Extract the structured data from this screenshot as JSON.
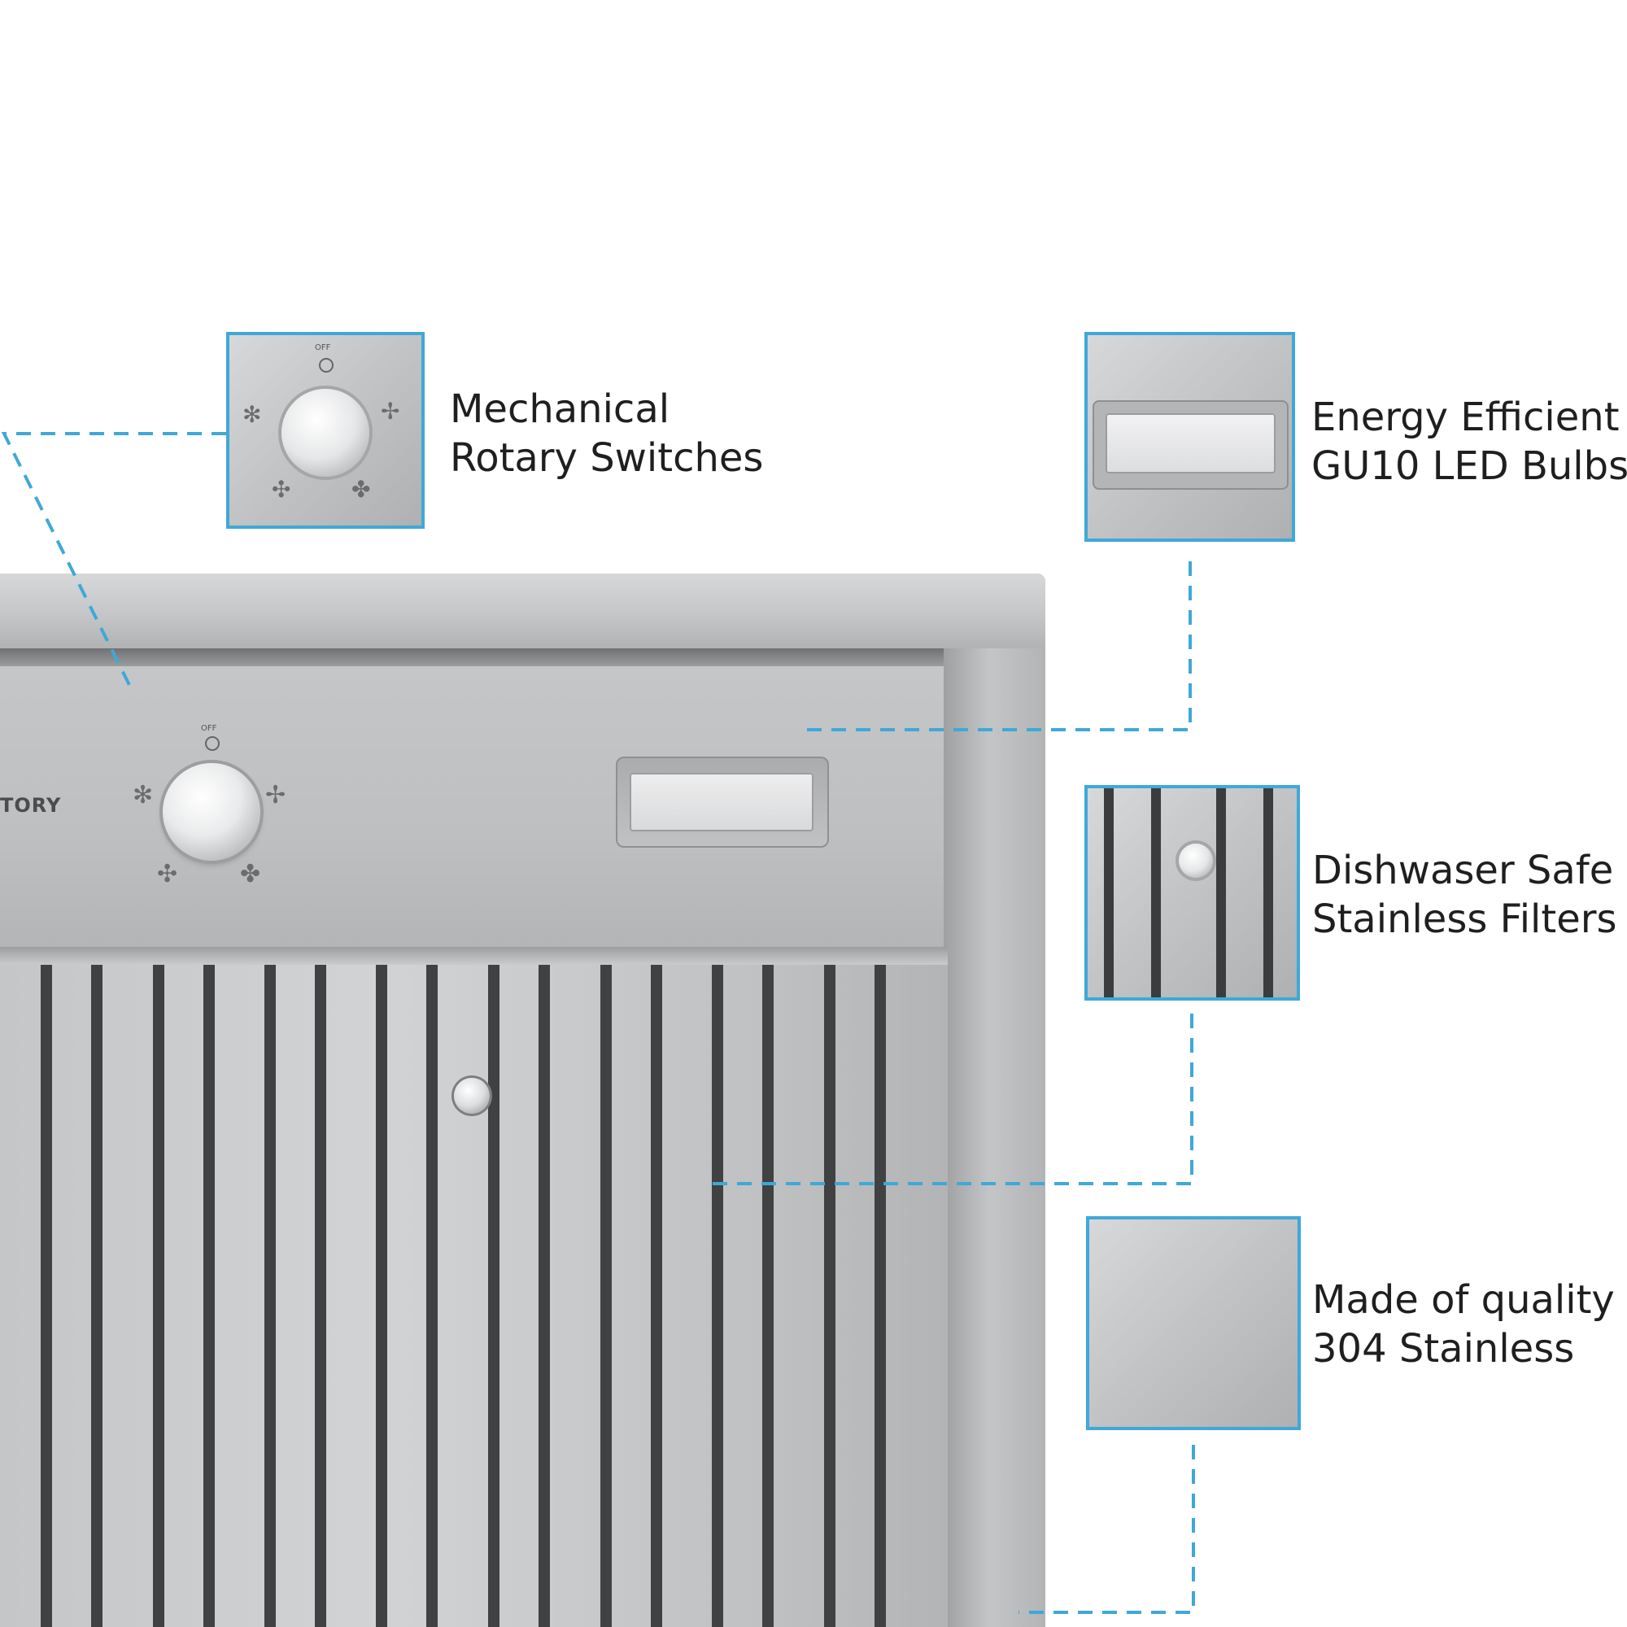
{
  "brand_fragment": "TORY",
  "off_label": "OFF",
  "accent_color": "#3fa8d8",
  "features": [
    {
      "line1": "Mechanical",
      "line2": "Rotary Switches"
    },
    {
      "line1": "Energy Efficient",
      "line2": "GU10 LED Bulbs"
    },
    {
      "line1": "Dishwaser Safe",
      "line2": "Stainless Filters"
    },
    {
      "line1": "Made of quality",
      "line2": "304 Stainless"
    }
  ],
  "icons": {
    "fan_speeds": [
      "fan-speed-1-icon",
      "fan-speed-2-icon",
      "fan-speed-3-icon",
      "fan-speed-4-icon"
    ]
  }
}
